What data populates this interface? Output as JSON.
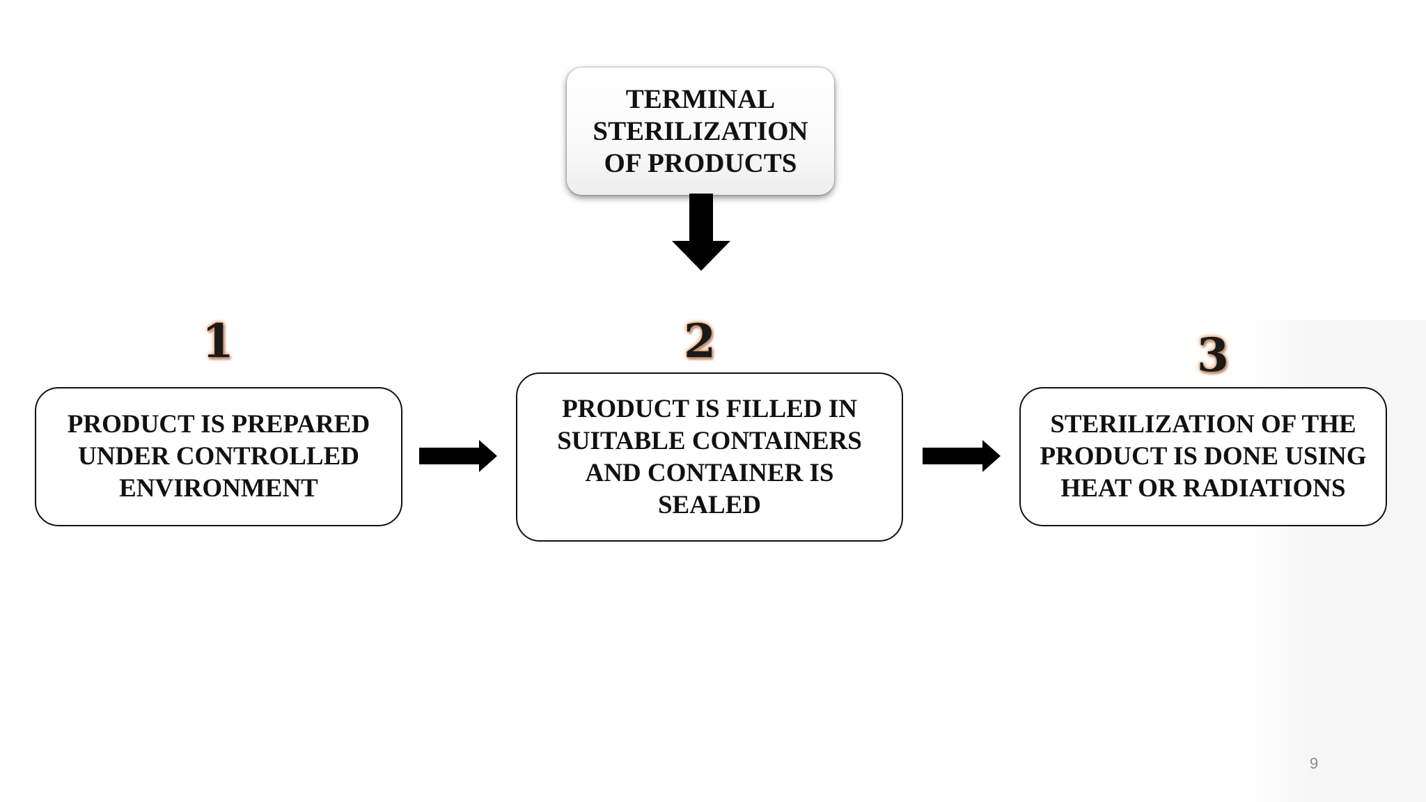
{
  "diagram": {
    "title": "TERMINAL STERILIZATION OF PRODUCTS",
    "steps": [
      {
        "number": "1",
        "text": "PRODUCT IS PREPARED UNDER CONTROLLED ENVIRONMENT"
      },
      {
        "number": "2",
        "text": "PRODUCT IS FILLED IN SUITABLE CONTAINERS AND CONTAINER IS SEALED"
      },
      {
        "number": "3",
        "text": "STERILIZATION OF THE PRODUCT IS DONE USING HEAT OR RADIATIONS"
      }
    ]
  },
  "slide": {
    "page_number": "9"
  },
  "colors": {
    "arrow": "#000000",
    "border": "#111111",
    "number_glow": "#d98850"
  }
}
